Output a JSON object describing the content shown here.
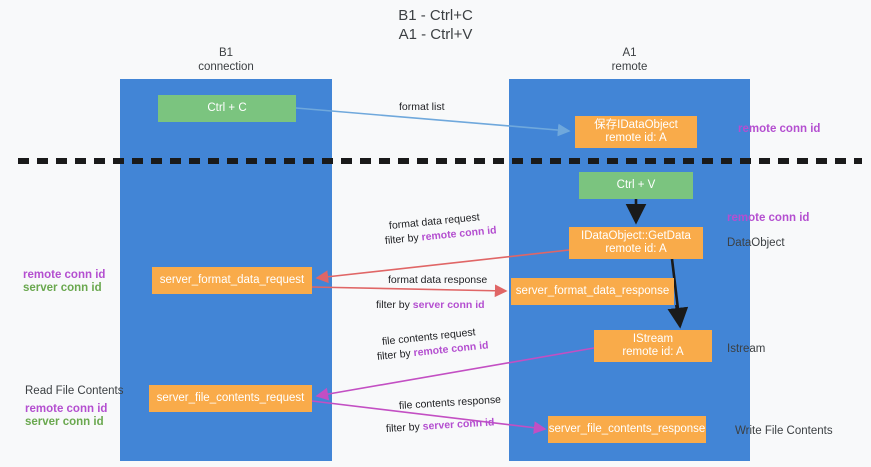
{
  "title": {
    "line1": "B1 - Ctrl+C",
    "line2": "A1 - Ctrl+V"
  },
  "lanes": [
    {
      "id": "b1",
      "name": "B1",
      "subtitle": "connection",
      "color": "#4285d6"
    },
    {
      "id": "a1",
      "name": "A1",
      "subtitle": "remote",
      "color": "#4285d6"
    }
  ],
  "nodes": {
    "ctrl_c": {
      "label": "Ctrl + C",
      "color": "#7bc47f"
    },
    "idataobject": {
      "line1": "保存IDataObject",
      "line2": "remote id: A",
      "color": "#f9ab4a"
    },
    "ctrl_v": {
      "label": "Ctrl + V",
      "color": "#7bc47f"
    },
    "getdata": {
      "line1": "IDataObject::GetData",
      "line2": "remote id: A",
      "color": "#f9ab4a"
    },
    "server_format_data_request": {
      "label": "server_format_data_request",
      "color": "#f9ab4a"
    },
    "server_format_data_response": {
      "label": "server_format_data_response",
      "color": "#f9ab4a"
    },
    "istream": {
      "line1": "IStream",
      "line2": "remote id: A",
      "color": "#f9ab4a"
    },
    "server_file_contents_request": {
      "label": "server_file_contents_request",
      "color": "#f9ab4a"
    },
    "server_file_contents_response": {
      "label": "server_file_contents_response",
      "color": "#f9ab4a"
    }
  },
  "edge_labels": {
    "format_list": "format list",
    "format_data_request": "format data request",
    "format_data_request_filter_prefix": "filter by ",
    "format_data_request_filter_key": "remote conn id",
    "format_data_response": "format data response",
    "format_data_response_filter_prefix": "filter by ",
    "format_data_response_filter_key": "server conn id",
    "file_contents_request": "file contents request",
    "file_contents_request_filter_prefix": "filter by ",
    "file_contents_request_filter_key": "remote conn id",
    "file_contents_response": "file contents response",
    "file_contents_response_filter_prefix": "filter by ",
    "file_contents_response_filter_key": "server conn id"
  },
  "annotations": {
    "right_remote_conn_id_top": "remote conn id",
    "right_remote_conn_id_mid": "remote conn id",
    "dataobject": "DataObject",
    "istream": "Istream",
    "write_file_contents": "Write File Contents",
    "left_remote_conn_id": "remote conn id",
    "left_server_conn_id": "server conn id",
    "read_file_contents": "Read File Contents",
    "left_remote_conn_id_2": "remote conn id",
    "left_server_conn_id_2": "server conn id"
  },
  "colors": {
    "lane": "#4285d6",
    "green_node": "#7bc47f",
    "orange_node": "#f9ab4a",
    "purple_text": "#b44fd0",
    "green_text": "#6aa84f",
    "arrow_blue": "#6fa8dc",
    "arrow_red": "#e06666",
    "arrow_magenta": "#c34fc3",
    "arrow_black": "#1a1a1a",
    "divider": "#1a1a1a",
    "background": "#f8f9fa"
  }
}
